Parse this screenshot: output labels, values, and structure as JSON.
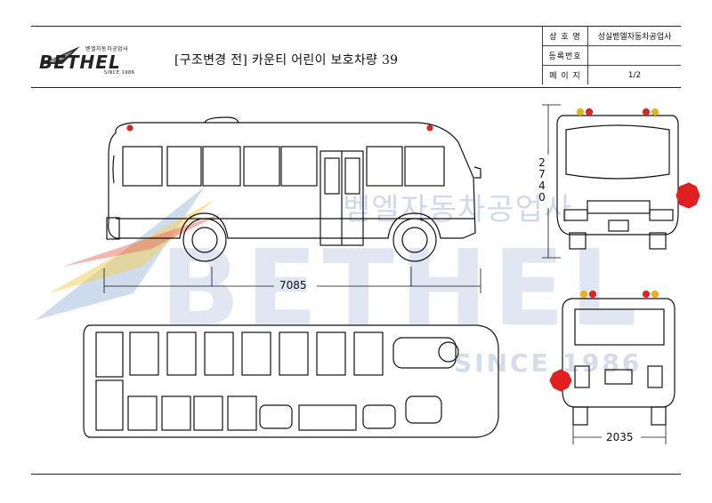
{
  "logo": {
    "tagline": "벧엘자동차공업사",
    "wordmark": "BETHEL",
    "since": "SINCE 1986"
  },
  "document": {
    "title": "[구조변경 전] 카운티 어린이 보호차량 39"
  },
  "info_table": [
    {
      "label": "상 호 명",
      "value": "성실벧엘자동차공업사"
    },
    {
      "label": "등록번호",
      "value": ""
    },
    {
      "label": "페 이 지",
      "value": "1/2"
    }
  ],
  "watermark": {
    "korean": "벧엘자동차공업사",
    "word": "BETHEL",
    "since": "SINCE 1986"
  },
  "dimensions": {
    "length": "7085",
    "height": "2740",
    "width": "2035"
  },
  "colors": {
    "marker_lamp": "#d62828",
    "amber_lamp": "#e8b020",
    "stop_sign": "#e02020",
    "watermark_blue": "#a8c0e0",
    "watermark_red": "#e87060",
    "watermark_yellow": "#f2d060"
  }
}
